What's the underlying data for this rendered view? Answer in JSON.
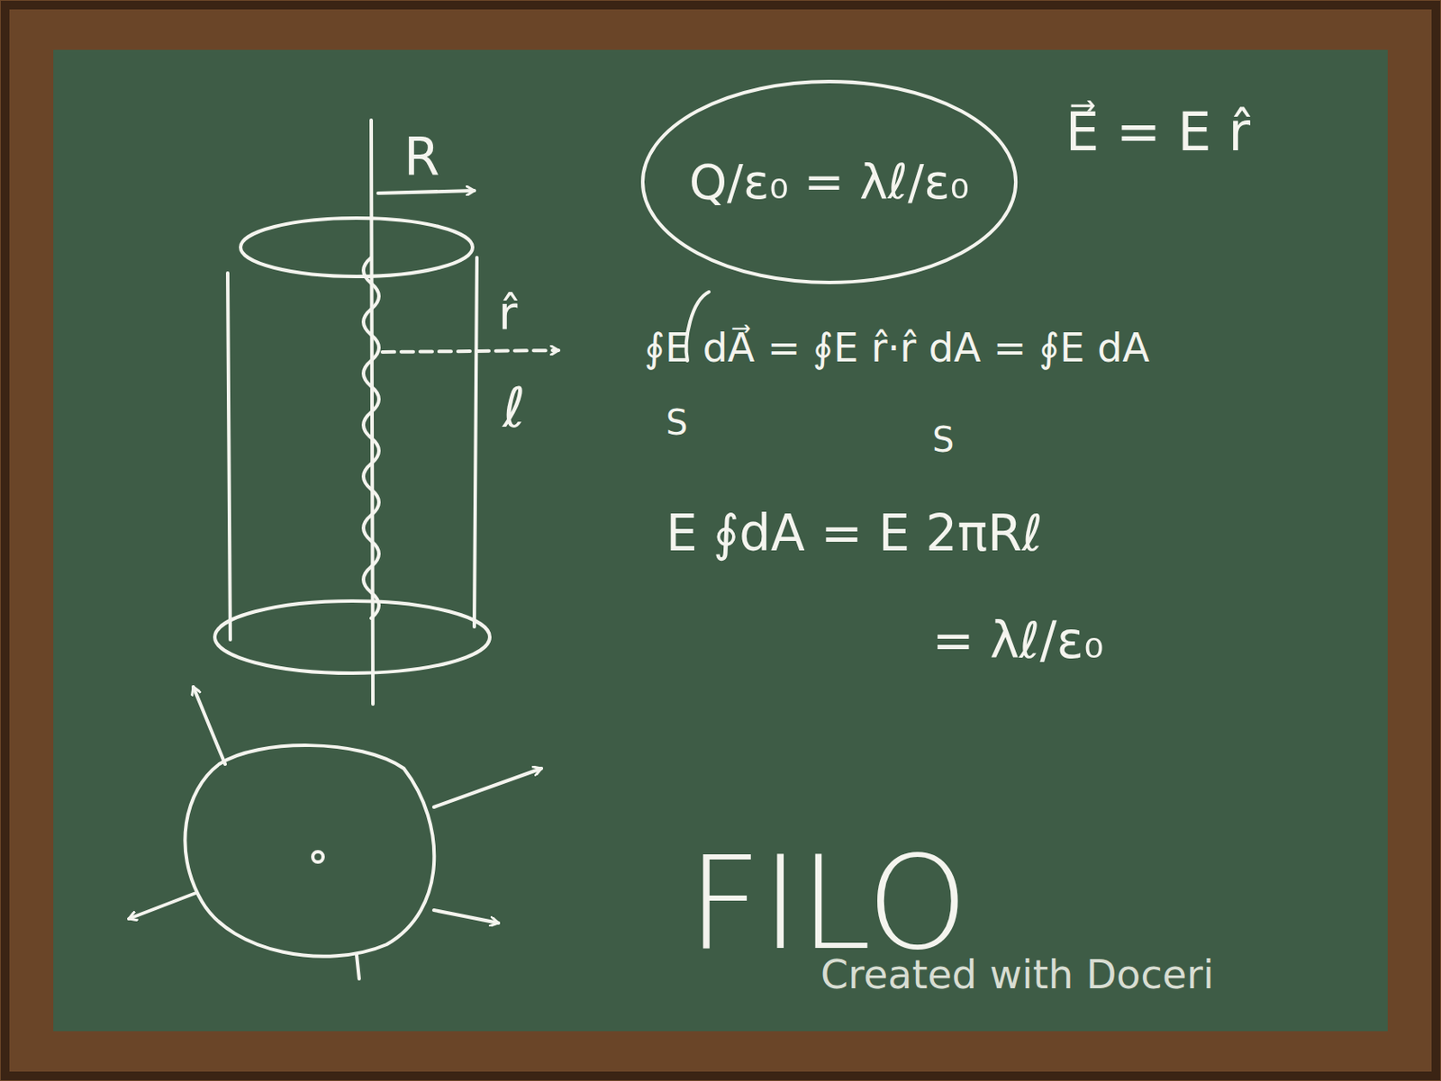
{
  "diagram": {
    "nodes": [
      {
        "text": [
          "Q/ε₀ = λℓ/ε₀"
        ]
      }
    ],
    "labels": [
      "R",
      "r̂",
      "ℓ",
      "E⃗ = E r̂",
      "∮E dA⃗ = ∮E r̂·r̂ dA = ∮E dA",
      "S",
      "S",
      "E ∮dA = E 2πRℓ",
      "= λℓ/ε₀",
      "FILO",
      "Created with Doceri"
    ]
  }
}
